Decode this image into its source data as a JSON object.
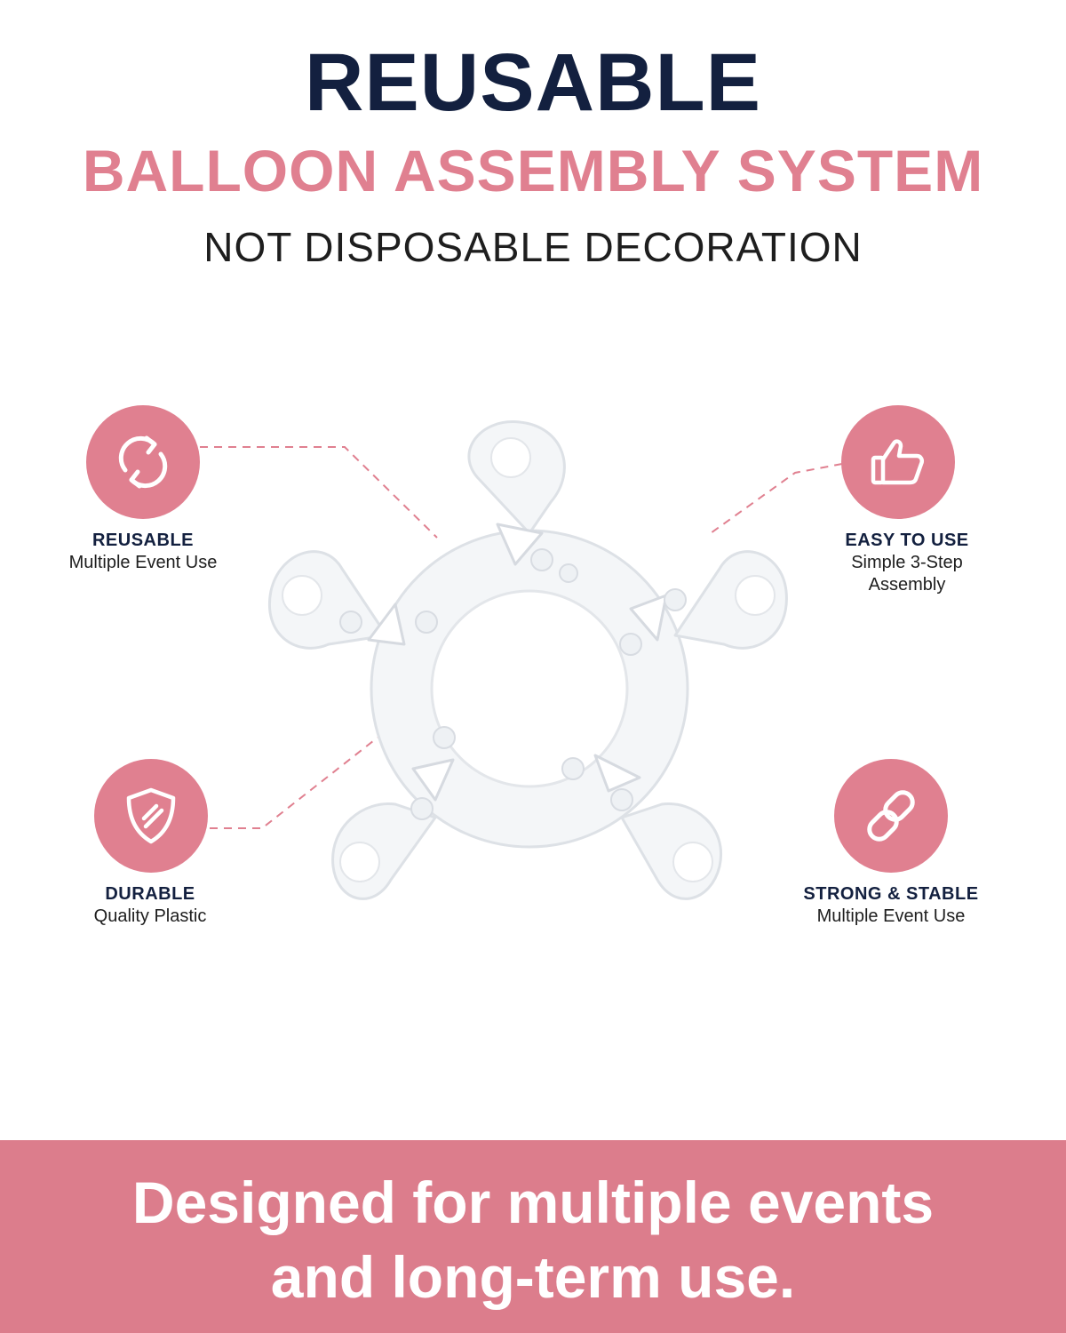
{
  "header": {
    "title": "REUSABLE",
    "subtitle": "BALLOON ASSEMBLY SYSTEM",
    "tagline": "NOT DISPOSABLE DECORATION"
  },
  "features": [
    {
      "title": "REUSABLE",
      "description": "Multiple Event Use",
      "icon": "recycle-arrows-icon"
    },
    {
      "title": "EASY TO USE",
      "description": "Simple 3-Step Assembly",
      "icon": "thumbs-up-icon"
    },
    {
      "title": "DURABLE",
      "description": "Quality Plastic",
      "icon": "shield-icon"
    },
    {
      "title": "STRONG & STABLE",
      "description": "Multiple Event Use",
      "icon": "chain-link-icon"
    }
  ],
  "footer": {
    "line1": "Designed for multiple events",
    "line2": "and long-term use."
  },
  "colors": {
    "navy": "#13203f",
    "pink": "#e08090",
    "footer_bg": "#dc7d8c",
    "text": "#1e1e1e"
  }
}
